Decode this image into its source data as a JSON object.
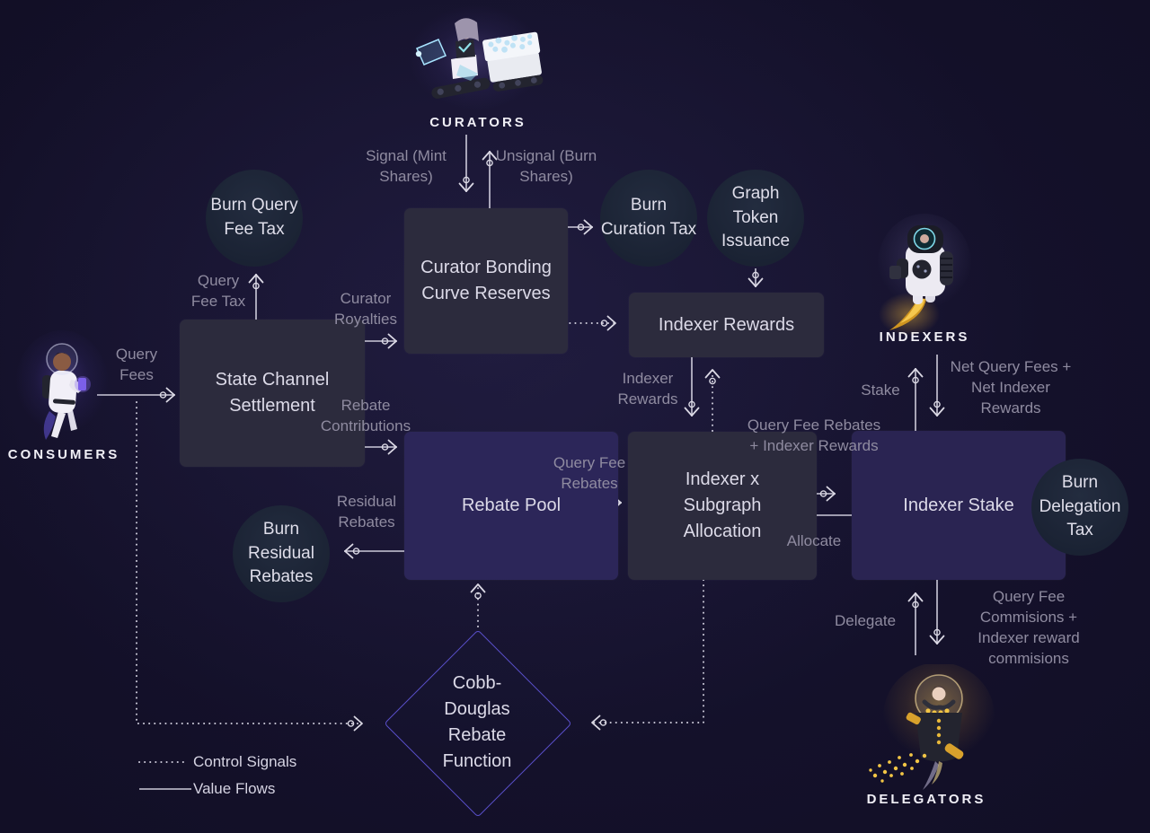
{
  "actors": {
    "curators": "CURATORS",
    "consumers": "CONSUMERS",
    "indexers": "INDEXERS",
    "delegators": "DELEGATORS"
  },
  "nodes": {
    "state_channel": "State Channel Settlement",
    "curator_bonding": "Curator Bonding Curve Reserves",
    "indexer_rewards": "Indexer Rewards",
    "rebate_pool": "Rebate Pool",
    "allocation": "Indexer x Subgraph Allocation",
    "indexer_stake": "Indexer Stake",
    "burn_query_fee_tax": "Burn Query Fee Tax",
    "burn_curation_tax": "Burn Curation Tax",
    "graph_token_issuance": "Graph Token Issuance",
    "burn_residual_rebates": "Burn Residual Rebates",
    "burn_delegation_tax": "Burn Delegation Tax",
    "cobb_douglas": "Cobb-Douglas Rebate Function"
  },
  "flow_labels": {
    "signal": "Signal (Mint Shares)",
    "unsignal": "Unsignal (Burn Shares)",
    "query_fee_tax": "Query Fee Tax",
    "curator_royalties": "Curator Royalties",
    "rebate_contributions": "Rebate Contributions",
    "query_fees": "Query Fees",
    "indexer_rewards": "Indexer Rewards",
    "query_fee_rebates": "Query Fee Rebates",
    "residual_rebates": "Residual Rebates",
    "rebates_plus_rewards": "Query Fee Rebates + Indexer Rewards",
    "allocate": "Allocate",
    "stake": "Stake",
    "net_fees": "Net Query Fees + Net Indexer Rewards",
    "delegate": "Delegate",
    "commissions": "Query Fee Commisions + Indexer reward commisions"
  },
  "legend": {
    "control": "Control Signals",
    "value": "Value Flows"
  },
  "colors": {
    "background": "#110e24",
    "process_box": "#2c2b3d",
    "stake_box": "#2a2452",
    "rebate_pool_box": "#2c2659",
    "burn_circle": "#1a2233",
    "diamond_stroke": "#594fc9",
    "flow_line": "#e8e6f2",
    "label_gray": "#8f8ba0",
    "text_light": "#dcdae8"
  }
}
